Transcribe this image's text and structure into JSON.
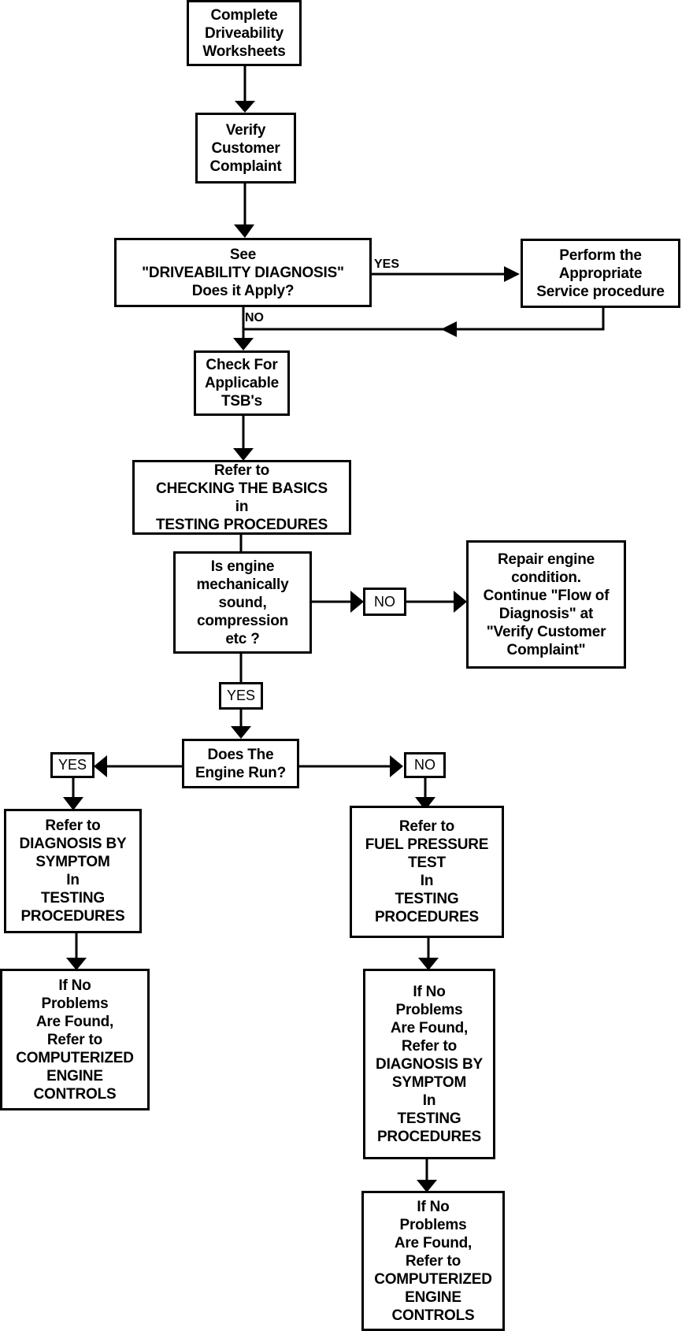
{
  "nodes": {
    "worksheets": "Complete\nDriveability\nWorksheets",
    "verify": "Verify\nCustomer\nComplaint",
    "see_diag": "See\n\"DRIVEABILITY DIAGNOSIS\"\nDoes it Apply?",
    "perform": "Perform the\nAppropriate\nService procedure",
    "tsb": "Check For\nApplicable\nTSB's",
    "basics": "Refer to\nCHECKING THE BASICS\nin\nTESTING PROCEDURES",
    "mech": "Is engine\nmechanically\nsound,\ncompression\netc ?",
    "repair": "Repair engine\ncondition.\nContinue \"Flow of\nDiagnosis\" at\n\"Verify Customer\nComplaint\"",
    "run": "Does The\nEngine Run?",
    "symptom": "Refer to\nDIAGNOSIS BY\nSYMPTOM\nIn\nTESTING\nPROCEDURES",
    "fuel": "Refer to\nFUEL PRESSURE\nTEST\nIn\nTESTING\nPROCEDURES",
    "computer_left": "If No\nProblems\nAre Found,\nRefer to\nCOMPUTERIZED\nENGINE\nCONTROLS",
    "symptom_right": "If No\nProblems\nAre Found,\nRefer to\nDIAGNOSIS BY\nSYMPTOM\nIn\nTESTING\nPROCEDURES",
    "computer_right": "If No\nProblems\nAre Found,\nRefer to\nCOMPUTERIZED\nENGINE\nCONTROLS"
  },
  "labels": {
    "yes_apply": "YES",
    "no_apply": "NO",
    "no_mech": "NO",
    "yes_mech": "YES",
    "yes_run": "YES",
    "no_run": "NO"
  }
}
